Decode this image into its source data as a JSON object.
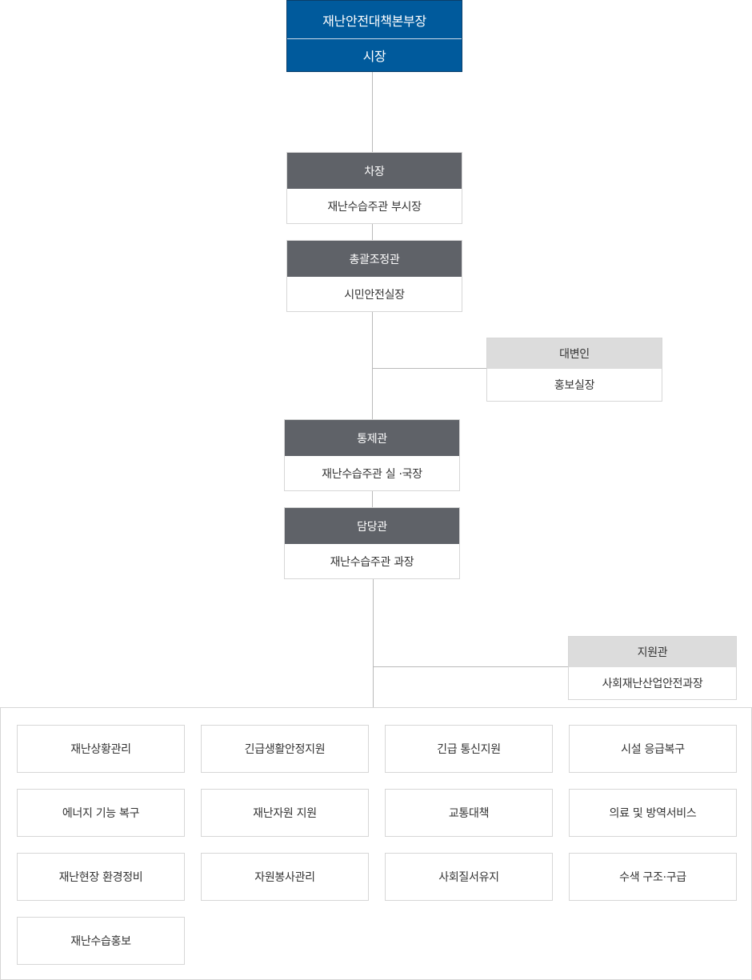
{
  "top": {
    "title": "재난안전대책본부장",
    "subtitle": "시장"
  },
  "vice": {
    "title": "차장",
    "body": "재난수습주관 부시장"
  },
  "coordinator": {
    "title": "총괄조정관",
    "body": "시민안전실장"
  },
  "spokesperson": {
    "title": "대변인",
    "body": "홍보실장"
  },
  "controller": {
    "title": "통제관",
    "body": "재난수습주관 실 ·국장"
  },
  "manager": {
    "title": "담당관",
    "body": "재난수습주관 과장"
  },
  "support": {
    "title": "지원관",
    "body": "사회재난산업안전과장"
  },
  "tasks": [
    "재난상황관리",
    "긴급생활안정지원",
    "긴급 통신지원",
    "시설 응급복구",
    "에너지 기능 복구",
    "재난자원 지원",
    "교통대책",
    "의료 및 방역서비스",
    "재난현장 환경정비",
    "자원봉사관리",
    "사회질서유지",
    "수색 구조·구급",
    "재난수습홍보"
  ],
  "colors": {
    "primary_blue": "#005a9c",
    "header_gray": "#5f6268",
    "header_light": "#dcdcdc",
    "line": "#b9b9b9",
    "border": "#d6d6d6"
  }
}
